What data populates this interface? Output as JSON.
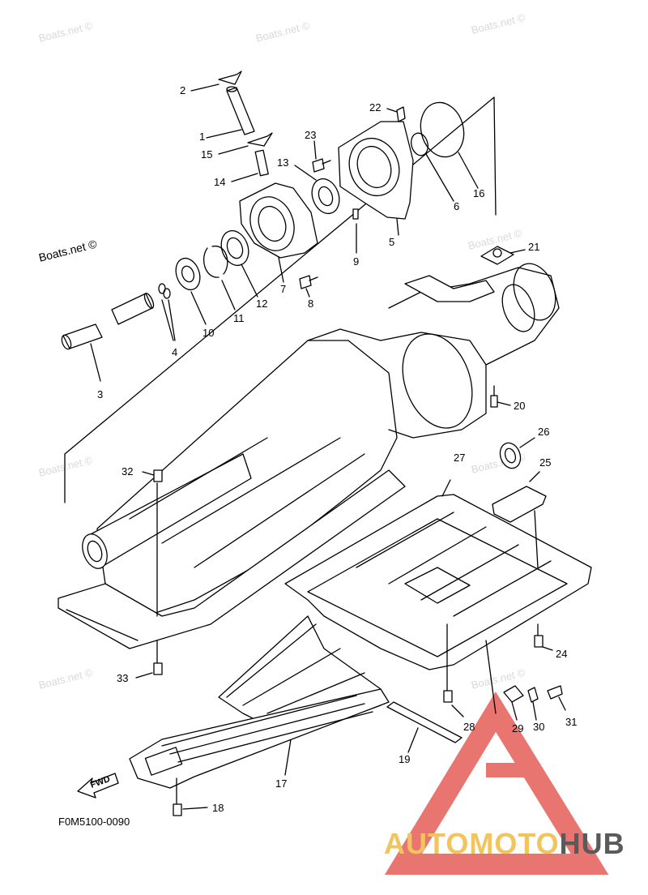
{
  "diagram": {
    "code_label": "F0M5100-0090",
    "fwd_label": "FWD",
    "site_label": "Boats.net ©",
    "watermark_text": "Boats.net ©",
    "brand": {
      "part1": "AUTOMOTO",
      "part2": "HUB",
      "colors": {
        "part1": "#f1c45d",
        "part2": "#5a5a5a",
        "triangle": "#e87570"
      }
    },
    "callouts": [
      "1",
      "2",
      "3",
      "4",
      "5",
      "6",
      "7",
      "8",
      "9",
      "10",
      "11",
      "12",
      "13",
      "14",
      "15",
      "16",
      "17",
      "18",
      "19",
      "20",
      "21",
      "22",
      "23",
      "24",
      "25",
      "26",
      "27",
      "28",
      "29",
      "30",
      "31",
      "32",
      "33"
    ]
  }
}
